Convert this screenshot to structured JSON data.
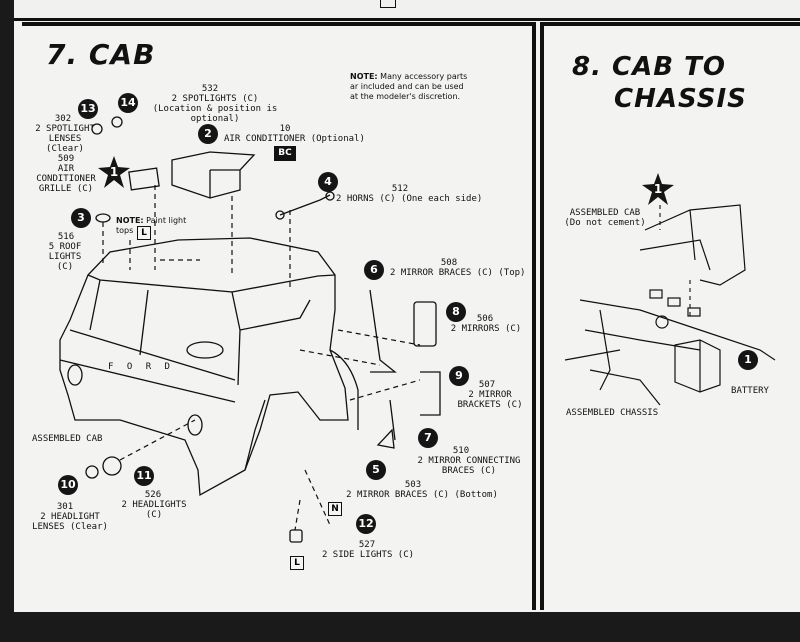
{
  "step7": {
    "title": "7. CAB",
    "note_label": "NOTE:",
    "note_text": "Many accessory parts\nar included and can be used\nat the modeler's discretion.",
    "assembled_cab": "ASSEMBLED CAB",
    "parts": [
      {
        "badge": "14",
        "number": "532",
        "desc": "2 SPOTLIGHTS (C)\n(Location & position is optional)"
      },
      {
        "badge": "13",
        "number": "302",
        "desc": "2 SPOTLIGHT\nLENSES (Clear)"
      },
      {
        "badge": "2",
        "number": "10",
        "desc": "AIR CONDITIONER (Optional)",
        "code": "BC"
      },
      {
        "badge": "1",
        "number": "509",
        "desc": "AIR\nCONDITIONER\nGRILLE (C)"
      },
      {
        "badge": "4",
        "number": "512",
        "desc": "2 HORNS (C) (One each side)"
      },
      {
        "badge": "3",
        "number": "516",
        "desc": "5 ROOF\nLIGHTS (C)",
        "note_label": "NOTE:",
        "note_text": "Paint light\ntops",
        "code": "L"
      },
      {
        "badge": "6",
        "number": "508",
        "desc": "2 MIRROR BRACES (C) (Top)"
      },
      {
        "badge": "8",
        "number": "506",
        "desc": "2 MIRRORS (C)"
      },
      {
        "badge": "9",
        "number": "507",
        "desc": "2 MIRROR\nBRACKETS (C)"
      },
      {
        "badge": "7",
        "number": "510",
        "desc": "2 MIRROR CONNECTING\nBRACES (C)"
      },
      {
        "badge": "5",
        "number": "503",
        "desc": "2 MIRROR BRACES (C) (Bottom)"
      },
      {
        "badge": "10",
        "number": "301",
        "desc": "2 HEADLIGHT\nLENSES (Clear)"
      },
      {
        "badge": "11",
        "number": "526",
        "desc": "2 HEADLIGHTS\n(C)"
      },
      {
        "badge": "12",
        "number": "527",
        "desc": "2 SIDE LIGHTS (C)",
        "codes": [
          "N",
          "L"
        ]
      }
    ],
    "grille_letters": "F O R D"
  },
  "step8": {
    "title_line1": "8. CAB TO",
    "title_line2": "CHASSIS",
    "star_badge": "1",
    "assembled_cab": "ASSEMBLED CAB\n(Do not cement)",
    "battery_badge": "1",
    "battery": "BATTERY",
    "assembled_chassis": "ASSEMBLED CHASSIS"
  },
  "colors": {
    "ink": "#111111",
    "paper": "#f3f4f1",
    "background": "#1a1a1a"
  }
}
